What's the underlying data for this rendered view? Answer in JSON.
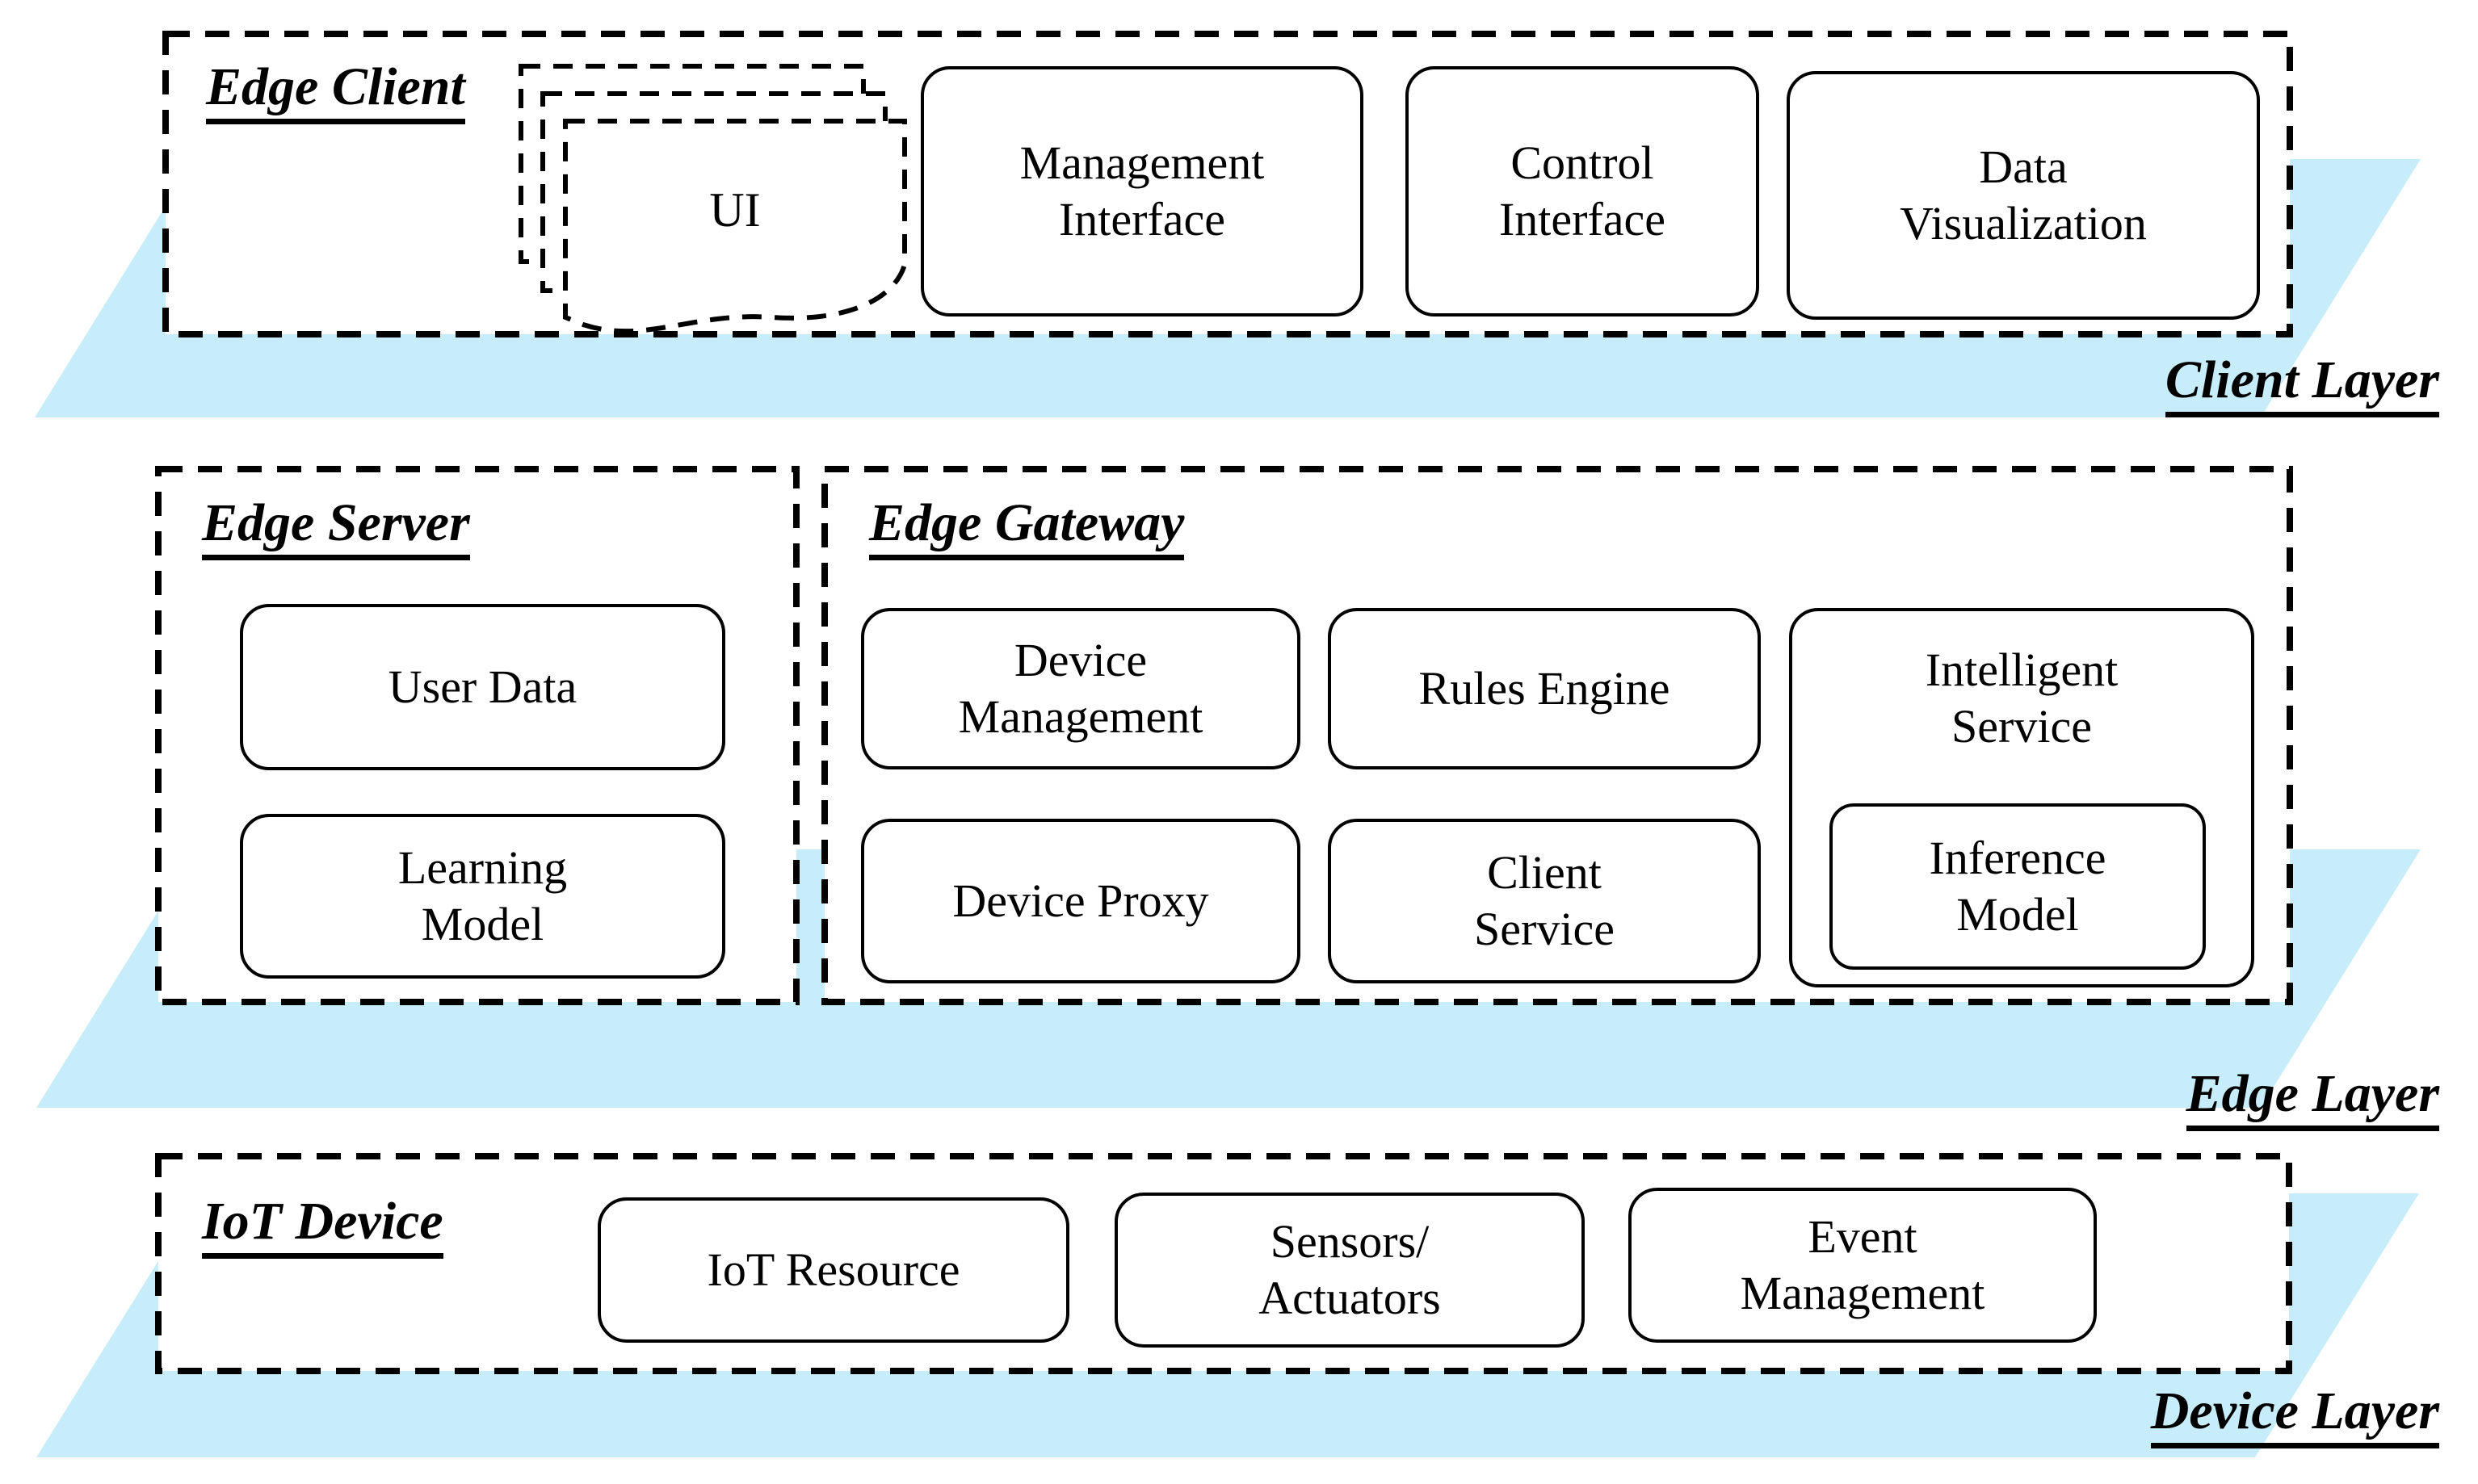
{
  "colors": {
    "band_fill": "#C7ECFA",
    "box_fill": "#FFFFFF",
    "line": "#000000"
  },
  "client_layer": {
    "band_label": "Client Layer",
    "group_label": "Edge Client",
    "ui_stack_label": "UI",
    "boxes": [
      {
        "label": "Management\nInterface"
      },
      {
        "label": "Control\nInterface"
      },
      {
        "label": "Data\nVisualization"
      }
    ]
  },
  "edge_layer": {
    "band_label": "Edge Layer",
    "server": {
      "group_label": "Edge Server",
      "boxes": [
        {
          "label": "User Data"
        },
        {
          "label": "Learning\nModel"
        }
      ]
    },
    "gateway": {
      "group_label": "Edge Gateway",
      "boxes": [
        {
          "label": "Device\nManagement"
        },
        {
          "label": "Rules Engine"
        },
        {
          "label": "Device Proxy"
        },
        {
          "label": "Client\nService"
        }
      ],
      "intelligent_service": {
        "label": "Intelligent\nService",
        "inner_box": {
          "label": "Inference\nModel"
        }
      }
    }
  },
  "device_layer": {
    "band_label": "Device Layer",
    "group_label": "IoT Device",
    "boxes": [
      {
        "label": "IoT Resource"
      },
      {
        "label": "Sensors/\nActuators"
      },
      {
        "label": "Event\nManagement"
      }
    ]
  }
}
